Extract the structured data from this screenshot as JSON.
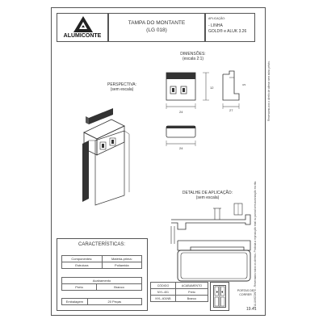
{
  "header": {
    "brand": "ALUMICONTE",
    "title_line1": "TAMPA DO MONTANTE",
    "title_line2": "(LG 018)",
    "application_label": "APLICAÇÃO:",
    "application_line1": "- LINHA",
    "application_line2": "GOLD® e ALUK 3.26"
  },
  "dimensions": {
    "title": "DIMENSÕES:",
    "scale": "(escala 2:1)",
    "width": "24",
    "height": "12",
    "depth": "27",
    "bottom_width": "24",
    "unit_tag": "3/3"
  },
  "perspective": {
    "title": "PERSPECTIVA:",
    "scale": "(sem escala)"
  },
  "detail": {
    "title": "DETALHE DE APLICAÇÃO:",
    "scale": "(sem escala)"
  },
  "characteristics": {
    "title": "CARACTERÍSTICAS:",
    "rows": [
      [
        "Componentes:",
        "Matéria-prima:"
      ],
      [
        "Estrutura",
        "Poliamida"
      ]
    ],
    "finish_label": "Acabamento",
    "finishes": [
      "Preto",
      "Branco"
    ],
    "packaging_label": "Embalagem",
    "packaging_value": "20 Peças"
  },
  "codes": {
    "headers": [
      "CÓDIGO",
      "ACABAMENTO"
    ],
    "rows": [
      [
        "NYL-401",
        "Preto"
      ],
      [
        "NYL-401NB",
        "Branco"
      ]
    ]
  },
  "doors": {
    "label_line1": "PORTAS DE",
    "label_line2": "CORRER"
  },
  "page_number": "19.41",
  "side_text_right": "Reservamo-nos o direito de alterar sem aviso prévio.",
  "side_text_left": "© ALUMICONTE - Reservados todos os direitos. Proibida a reprodução total ou parcial sem autorização escrita."
}
